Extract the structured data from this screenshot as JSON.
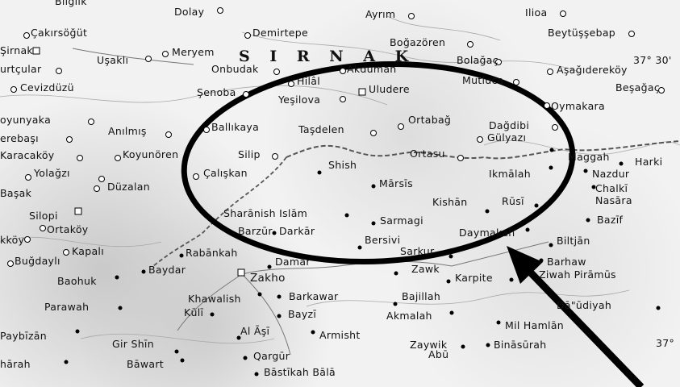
{
  "labels": [
    {
      "id": "bilgiik",
      "text": "Bilgiik",
      "mk": "none"
    },
    {
      "id": "dolay",
      "text": "Dolay",
      "mk": "ring"
    },
    {
      "id": "ayrim",
      "text": "Ayrım",
      "mk": "ring"
    },
    {
      "id": "ilioa",
      "text": "Ilioa",
      "mk": "ring"
    },
    {
      "id": "cakirsogut",
      "text": "Çakırsöğüt",
      "mk": "ring"
    },
    {
      "id": "demirtepe",
      "text": "Demirtepe",
      "mk": "ring"
    },
    {
      "id": "beytussebap",
      "text": "Beytüşşebap",
      "mk": "ring"
    },
    {
      "id": "bogazoren",
      "text": "Boğazören",
      "mk": "ring"
    },
    {
      "id": "sirnak",
      "text": "Şirnak",
      "mk": "sq"
    },
    {
      "id": "usakli",
      "text": "Uşaklı",
      "mk": "ring"
    },
    {
      "id": "meryem",
      "text": "Meryem",
      "mk": "ring"
    },
    {
      "id": "sirnak_region",
      "text": "S I R N A K",
      "mk": "none",
      "cls": "big"
    },
    {
      "id": "bolagac",
      "text": "Bolağaç",
      "mk": "ring"
    },
    {
      "id": "lat_37_30",
      "text": "37° 30'",
      "mk": "none"
    },
    {
      "id": "turtcular",
      "text": "urtçular",
      "mk": "ring"
    },
    {
      "id": "onbudak",
      "text": "Onbudak",
      "mk": "ring"
    },
    {
      "id": "akduman",
      "text": "Akduman",
      "mk": "ring"
    },
    {
      "id": "asagidere",
      "text": "Aşağıdereköy",
      "mk": "ring"
    },
    {
      "id": "cevizduzu",
      "text": "Cevizdüzü",
      "mk": "ring"
    },
    {
      "id": "senoba",
      "text": "Şenoba",
      "mk": "ring"
    },
    {
      "id": "hilal",
      "text": "Hilâl",
      "mk": "ring"
    },
    {
      "id": "uludere",
      "text": "Uludere",
      "mk": "sq"
    },
    {
      "id": "mutluca",
      "text": "Mutluca",
      "mk": "ring"
    },
    {
      "id": "besagac",
      "text": "Beşağaç",
      "mk": "ring"
    },
    {
      "id": "yesilova",
      "text": "Yeşilova",
      "mk": "ring"
    },
    {
      "id": "oymakara",
      "text": "Oymakara",
      "mk": "ring"
    },
    {
      "id": "oyunyaka",
      "text": "oyunyaka",
      "mk": "ring"
    },
    {
      "id": "anilmis",
      "text": "Anılmış",
      "mk": "ring"
    },
    {
      "id": "ballikaya",
      "text": "Ballıkaya",
      "mk": "ring"
    },
    {
      "id": "tasdelen",
      "text": "Taşdelen",
      "mk": "ring"
    },
    {
      "id": "ortabag",
      "text": "Ortabağ",
      "mk": "ring"
    },
    {
      "id": "dagdibi",
      "text": "Dağdibi",
      "mk": "ring"
    },
    {
      "id": "erebasi",
      "text": "erebaşı",
      "mk": "ring"
    },
    {
      "id": "gulyazi",
      "text": "Gülyazı",
      "mk": "ring"
    },
    {
      "id": "karacakoy",
      "text": "Karacaköy",
      "mk": "ring"
    },
    {
      "id": "koyunoren",
      "text": "Koyunören",
      "mk": "ring"
    },
    {
      "id": "silip",
      "text": "Silip",
      "mk": "ring"
    },
    {
      "id": "ortasu",
      "text": "Ortasu",
      "mk": "ring"
    },
    {
      "id": "maggah",
      "text": "Maggah",
      "mk": "dot"
    },
    {
      "id": "harki",
      "text": "Harki",
      "mk": "dot"
    },
    {
      "id": "yolagzi",
      "text": "Yolağzı",
      "mk": "ring"
    },
    {
      "id": "caliskan",
      "text": "Çalışkan",
      "mk": "ring"
    },
    {
      "id": "shish",
      "text": "Shish",
      "mk": "dot"
    },
    {
      "id": "ikmalah",
      "text": "Ikmālah",
      "mk": "dot"
    },
    {
      "id": "nazdur",
      "text": "Nazdur",
      "mk": "dot"
    },
    {
      "id": "basak",
      "text": "Başak",
      "mk": "ring"
    },
    {
      "id": "duzalan",
      "text": "Düzalan",
      "mk": "ring"
    },
    {
      "id": "marsis",
      "text": "Mārsīs",
      "mk": "dot"
    },
    {
      "id": "chalki",
      "text": "Chalkī",
      "mk": "dot"
    },
    {
      "id": "nasara",
      "text": "Nasāra",
      "mk": "dot"
    },
    {
      "id": "silopi",
      "text": "Silopi",
      "mk": "sq"
    },
    {
      "id": "kishan",
      "text": "Kishān",
      "mk": "dot"
    },
    {
      "id": "rusi",
      "text": "Rūsī",
      "mk": "dot"
    },
    {
      "id": "ortakoy",
      "text": "Ortaköy",
      "mk": "ring"
    },
    {
      "id": "sharanish",
      "text": "Sharānish Islām",
      "mk": "dot"
    },
    {
      "id": "sarmagi",
      "text": "Sarmagi",
      "mk": "dot"
    },
    {
      "id": "bazif",
      "text": "Bazīf",
      "mk": "dot"
    },
    {
      "id": "kkoy",
      "text": "kköy",
      "mk": "ring"
    },
    {
      "id": "barzur",
      "text": "Barzūr",
      "mk": "dot"
    },
    {
      "id": "darkar",
      "text": "Darkār",
      "mk": "dot"
    },
    {
      "id": "daymakah",
      "text": "Daymakah",
      "mk": "dot"
    },
    {
      "id": "kapali",
      "text": "Kapalı",
      "mk": "ring"
    },
    {
      "id": "bersivi",
      "text": "Bersivi",
      "mk": "dot"
    },
    {
      "id": "biltjan",
      "text": "Biltjān",
      "mk": "dot"
    },
    {
      "id": "bugdayli",
      "text": "Buğdaylı",
      "mk": "ring"
    },
    {
      "id": "rabankah",
      "text": "Rabānkah",
      "mk": "dot"
    },
    {
      "id": "sarkur",
      "text": "Sarkur",
      "mk": "dot"
    },
    {
      "id": "barhaw",
      "text": "Barhaw",
      "mk": "dot"
    },
    {
      "id": "damar",
      "text": "Damar",
      "mk": "dot"
    },
    {
      "id": "zawk",
      "text": "Zawk",
      "mk": "dot"
    },
    {
      "id": "baohuk",
      "text": "Baohuk",
      "mk": "dot"
    },
    {
      "id": "baydar",
      "text": "Baydar",
      "mk": "dot"
    },
    {
      "id": "zakho",
      "text": "Zakho",
      "mk": "sq",
      "cls": "md"
    },
    {
      "id": "karpite",
      "text": "Karpite",
      "mk": "dot"
    },
    {
      "id": "ziwah",
      "text": "Ziwah Pirāmūs",
      "mk": "dot"
    },
    {
      "id": "khawalish",
      "text": "Khawalish",
      "mk": "dot"
    },
    {
      "id": "barkawar",
      "text": "Barkawar",
      "mk": "dot"
    },
    {
      "id": "bajillah",
      "text": "Bajillah",
      "mk": "dot"
    },
    {
      "id": "parawah",
      "text": "Parawah",
      "mk": "dot"
    },
    {
      "id": "kuli",
      "text": "Kūlī",
      "mk": "dot"
    },
    {
      "id": "bayzi",
      "text": "Bayzī",
      "mk": "dot"
    },
    {
      "id": "akmalah",
      "text": "Akmalah",
      "mk": "dot"
    },
    {
      "id": "dauudiyah",
      "text": "Dā\"ūdiyah",
      "mk": "dot"
    },
    {
      "id": "paybizan",
      "text": "Paybīzān",
      "mk": "dot"
    },
    {
      "id": "alasi",
      "text": "Al Āşī",
      "mk": "dot"
    },
    {
      "id": "armisht",
      "text": "Armisht",
      "mk": "dot"
    },
    {
      "id": "milhamlan",
      "text": "Mil Hamlān",
      "mk": "dot"
    },
    {
      "id": "girshin",
      "text": "Gir Shīn",
      "mk": "dot"
    },
    {
      "id": "zaywik",
      "text": "Zaywik",
      "mk": "dot"
    },
    {
      "id": "abu",
      "text": "Abū",
      "mk": "dot"
    },
    {
      "id": "binasurah",
      "text": "Bināsūrah",
      "mk": "dot"
    },
    {
      "id": "lat_37",
      "text": "37°",
      "mk": "none"
    },
    {
      "id": "harah",
      "text": "hārah",
      "mk": "dot"
    },
    {
      "id": "qargur",
      "text": "Qargūr",
      "mk": "dot"
    },
    {
      "id": "bawart",
      "text": "Bāwart",
      "mk": "dot"
    },
    {
      "id": "bastikah",
      "text": "Bāstīkah Bālā",
      "mk": "dot"
    }
  ]
}
